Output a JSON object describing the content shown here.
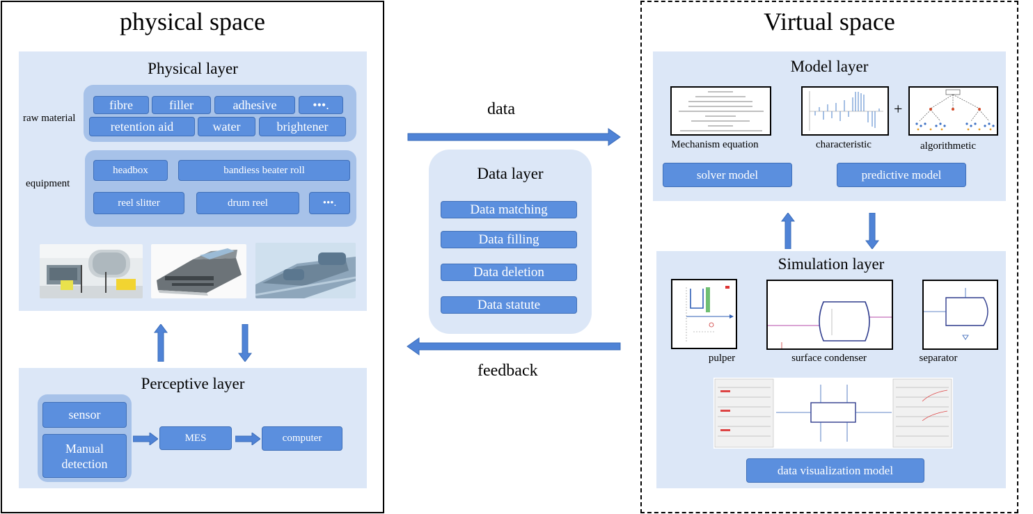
{
  "physical": {
    "title": "physical space",
    "physical_layer": {
      "title": "Physical layer",
      "raw_material_label": "raw material",
      "equipment_label": "equipment",
      "raw": [
        "fibre",
        "filler",
        "adhesive",
        "•••.",
        "retention aid",
        "water",
        "brightener"
      ],
      "equipment": [
        "headbox",
        "bandiess beater roll",
        "reel slitter",
        "drum reel",
        "•••."
      ]
    },
    "perceptive_layer": {
      "title": "Perceptive layer",
      "sensor": "sensor",
      "manual_detection": "Manual detection",
      "mes": "MES",
      "computer": "computer"
    }
  },
  "middle": {
    "data_arrow_label": "data",
    "feedback_arrow_label": "feedback",
    "data_layer": {
      "title": "Data layer",
      "items": [
        "Data matching",
        "Data  filling",
        "Data  deletion",
        "Data  statute"
      ]
    }
  },
  "virtual": {
    "title": "Virtual space",
    "model_layer": {
      "title": "Model layer",
      "mechanism_label": "Mechanism equation",
      "characteristic_label": "characteristic",
      "plus": "+",
      "algorithmetic_label": "algorithmetic",
      "solver_model": "solver model",
      "predictive_model": "predictive model"
    },
    "simulation_layer": {
      "title": "Simulation layer",
      "pulper": "pulper",
      "surface_condenser": "surface condenser",
      "separator": "separator",
      "data_visualization_model": "data visualization model"
    }
  },
  "colors": {
    "layer_bg": "#dce7f7",
    "group_bg": "#a7c2e9",
    "button": "#5b8fde",
    "arrow": "#4f83d6"
  }
}
